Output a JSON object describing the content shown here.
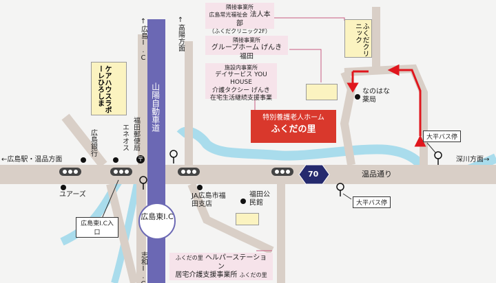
{
  "directions": {
    "left": "←広島駅・温品方面",
    "right": "深川方面→",
    "north_ic": "↑広島I.C",
    "north_takaya": "↑高陽方面",
    "south_shiwa": "志和I.C↓"
  },
  "road_names": {
    "expressway": "山陽自動車道",
    "nukushina": "温品通り",
    "route_number": "70"
  },
  "interchange": {
    "name": "広島東I.C",
    "entrance": "広島東I.C入口"
  },
  "landmarks": {
    "hiroshima_bank": "広島銀行",
    "eneos": "エネオス",
    "fukuda_post": "福田郵便局",
    "youers": "ユアーズ",
    "ja": "JA広島市福田支店",
    "kominkan": "福田公民館",
    "nanohana": "なのはな薬局",
    "care_house": "ケアハウスラポーレひろしま"
  },
  "bus_stops": {
    "top": "大平バス停",
    "bottom": "大平バス停"
  },
  "facilities": {
    "corp_hq": {
      "category": "隣接事業所",
      "org": "広島常光福祉会",
      "name": "法人本部",
      "note": "（ふくだクリニック2F）"
    },
    "group_home": {
      "category": "隣接事業所",
      "name": "グループホーム げんき福田"
    },
    "in_facility": {
      "category": "施設内事業所",
      "line1": "デイサービス YOU HOUSE",
      "line2": "介護タクシー げんき",
      "line3": "在宅生活継続支援事業"
    },
    "main": {
      "line1": "特別養護老人ホーム",
      "line2": "ふくだの里"
    },
    "clinic": "ふくだクリニック",
    "helper": {
      "line1_small": "ふくだの里",
      "line1": "ヘルパーステーション",
      "line2": "居宅介護支援事業所",
      "line2_small": "ふくだの里"
    }
  },
  "colors": {
    "road": "#d9cfc7",
    "river": "#a9dcec",
    "expressway": "#6b68b4",
    "main": "#d9382c",
    "arrow": "#e0161d",
    "pink": "#f6e3ea",
    "yellow": "#fbf3c0"
  }
}
